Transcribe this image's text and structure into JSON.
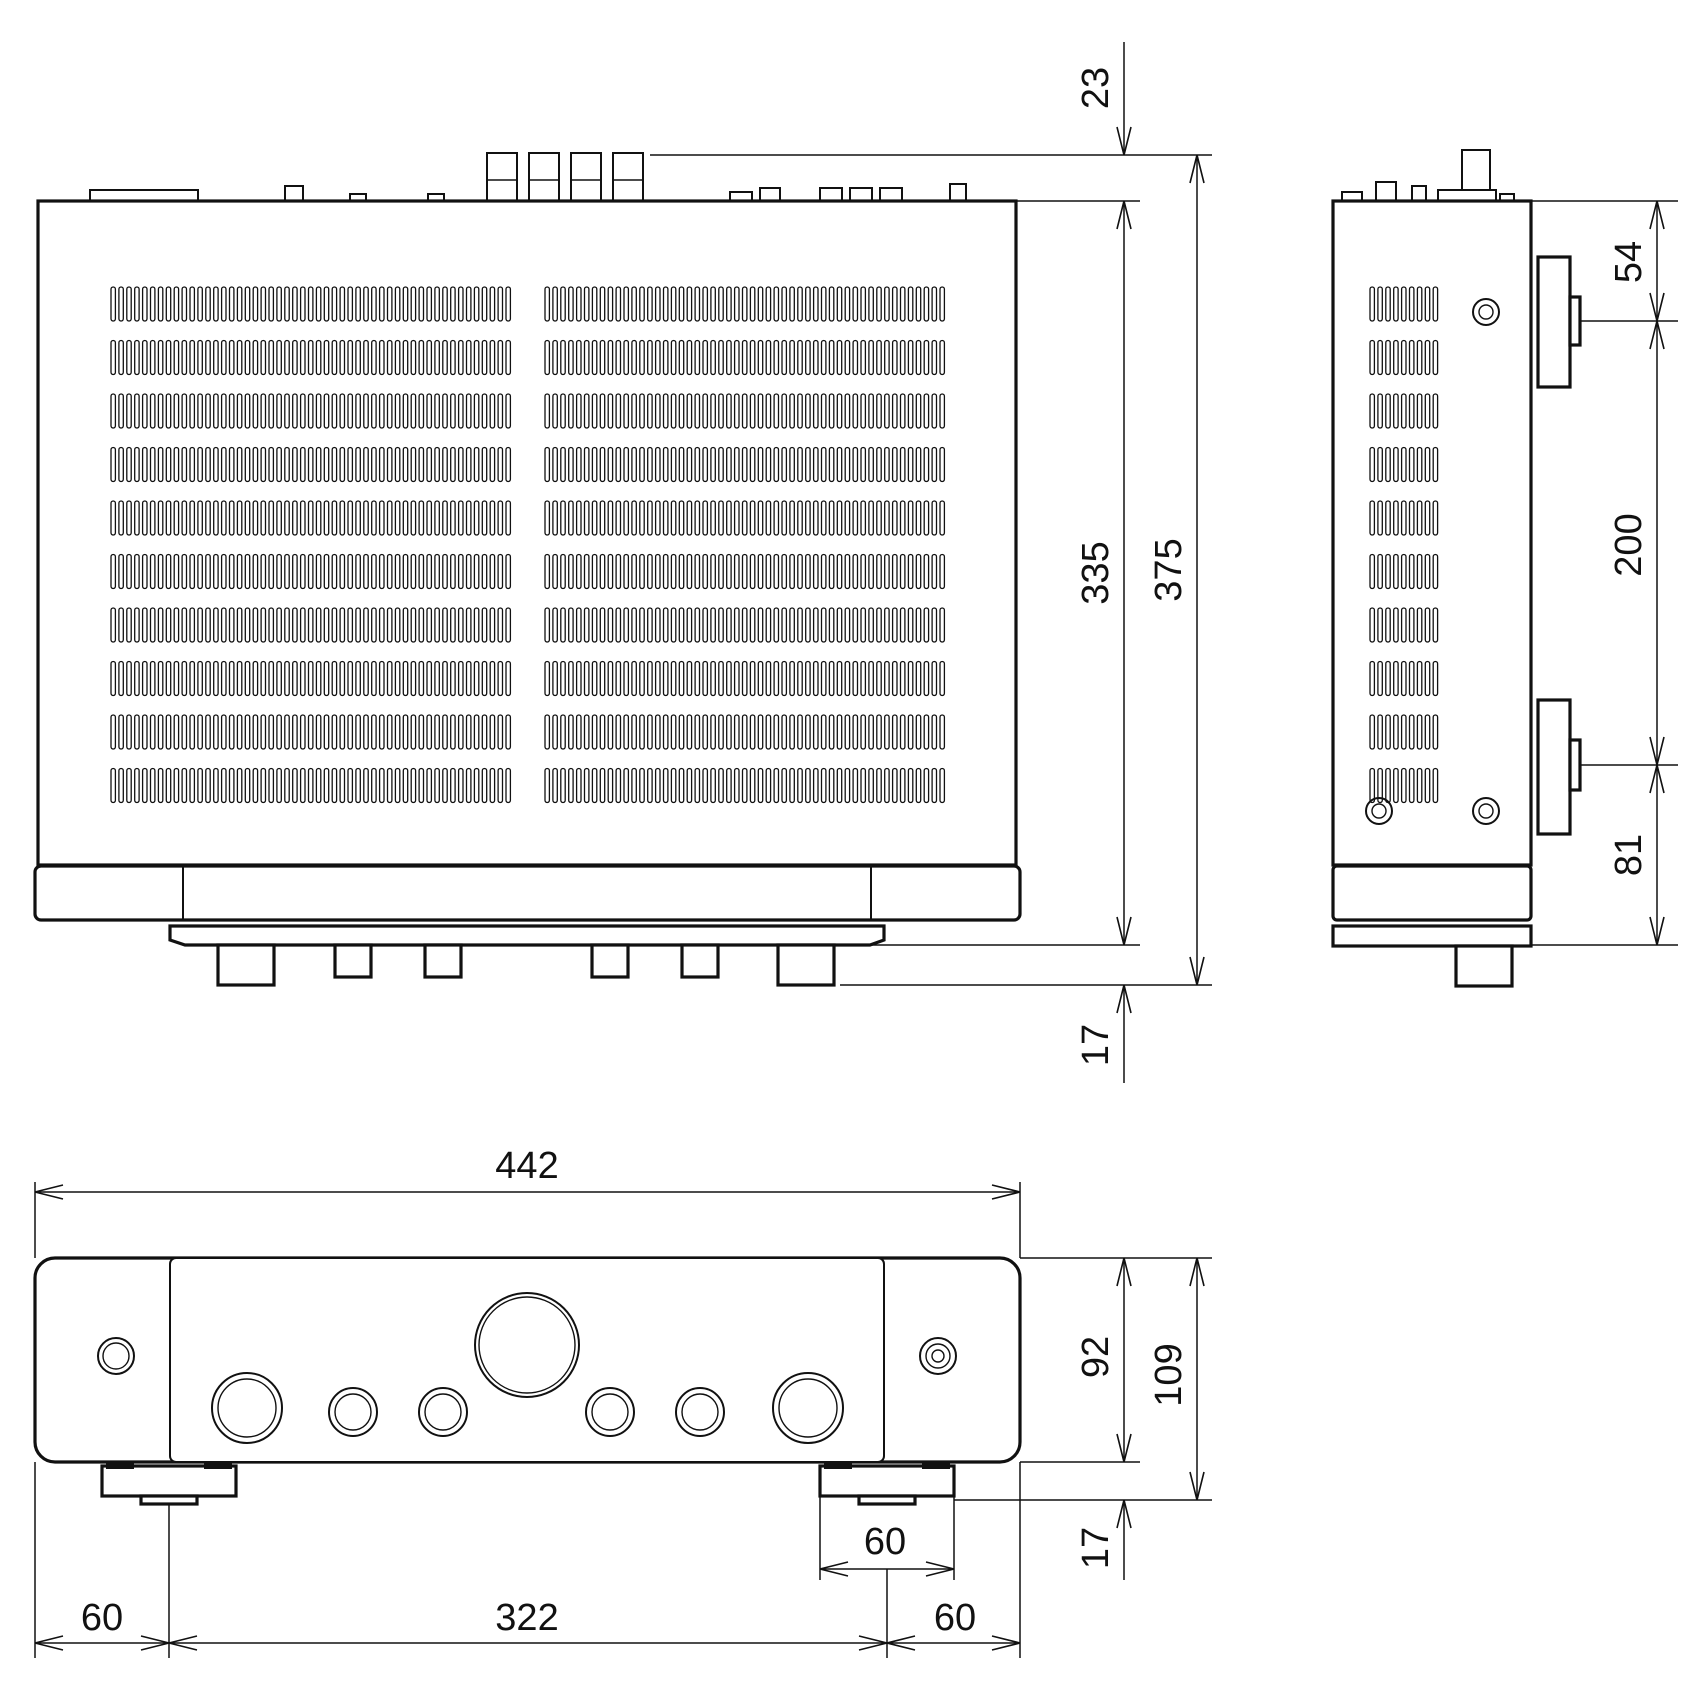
{
  "dimensions": {
    "top_clearance": "23",
    "depth_body": "335",
    "depth_total": "375",
    "knob_depth": "17",
    "side_front_offset": "54",
    "side_foot_spacing": "200",
    "side_rear_offset": "81",
    "width": "442",
    "front_height_body": "92",
    "front_height_total": "109",
    "foot_height": "17",
    "foot_width": "60",
    "left_foot_offset": "60",
    "foot_spacing": "322",
    "right_foot_offset": "60"
  }
}
